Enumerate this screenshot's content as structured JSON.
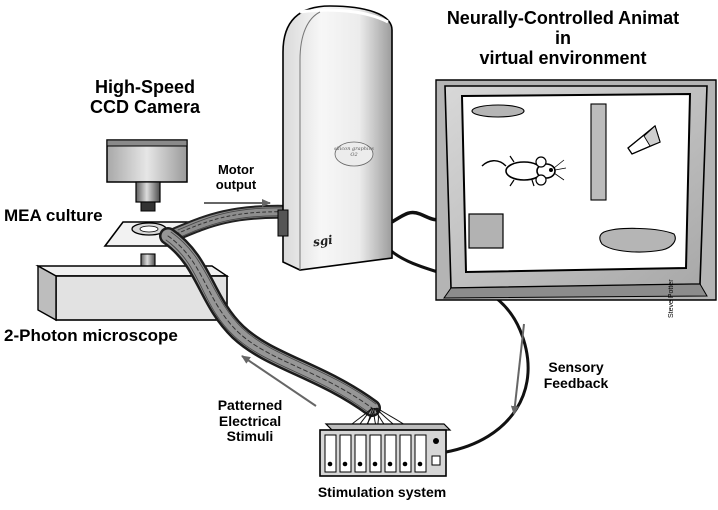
{
  "labels": {
    "camera_line1": "High-Speed",
    "camera_line2": "CCD Camera",
    "mea_culture": "MEA culture",
    "microscope": "2-Photon microscope",
    "motor_line1": "Motor",
    "motor_line2": "output",
    "animat_line1": "Neurally-Controlled Animat",
    "animat_line2": "in",
    "animat_line3": "virtual environment",
    "sensory_line1": "Sensory",
    "sensory_line2": "Feedback",
    "stimuli_line1": "Patterned",
    "stimuli_line2": "Electrical",
    "stimuli_line3": "Stimuli",
    "stimulation_system": "Stimulation system",
    "signature": "Steve Potter"
  },
  "computer": {
    "brand_line1": "silicon graphics",
    "brand_line2": "O2",
    "badge": "sgi"
  },
  "colors": {
    "ink": "#000000",
    "arrow": "#666666",
    "monitor_frame": "#cfcfcf",
    "screen": "#ffffff",
    "tower_light": "#f4f4f4",
    "tower_shade": "#9a9a9a",
    "camera_body": "#d2d2d2",
    "microscope_base": "#e2e2e2"
  }
}
